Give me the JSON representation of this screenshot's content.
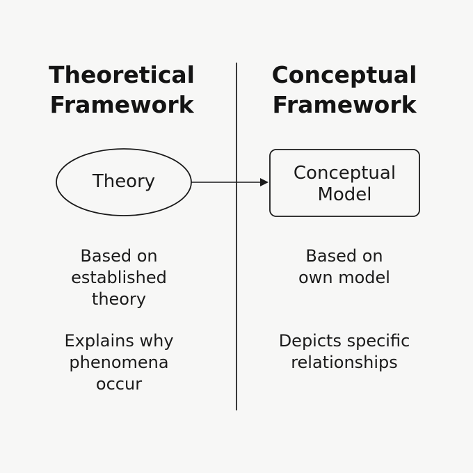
{
  "left_column": {
    "heading": "Theoretical\nFramework",
    "node_label": "Theory",
    "description_1": "Based on\nestablished\ntheory",
    "description_2": "Explains why\nphenomena\noccur"
  },
  "right_column": {
    "heading": "Conceptual\nFramework",
    "node_label": "Conceptual\nModel",
    "description_1": "Based on\nown model",
    "description_2": "Depicts specific\nrelationships"
  },
  "connector": {
    "from": "Theory",
    "to": "Conceptual Model",
    "color": "#1a1a1a"
  },
  "colors": {
    "background": "#f7f7f6",
    "text": "#1a1a1a",
    "stroke": "#1a1a1a"
  }
}
